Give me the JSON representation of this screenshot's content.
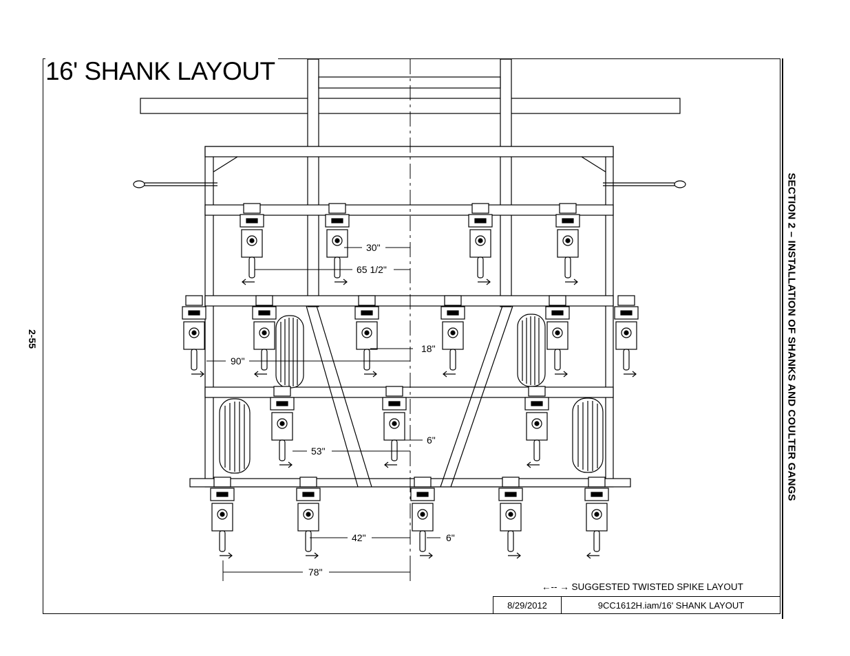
{
  "title": "16' SHANK LAYOUT",
  "page_number": "2-55",
  "section_title": "SECTION 2 – INSTALLATION OF SHANKS AND COULTER GANGS",
  "legend": {
    "arrow_symbol": "←-- →",
    "text": "SUGGESTED TWISTED SPIKE LAYOUT"
  },
  "title_block": {
    "date": "8/29/2012",
    "file": "9CC1612H.iam/16' SHANK LAYOUT"
  },
  "dimensions": [
    "30\"",
    "65 1/2\"",
    "18\"",
    "90\"",
    "53\"",
    "6\"",
    "42\"",
    "6\"",
    "78\""
  ]
}
